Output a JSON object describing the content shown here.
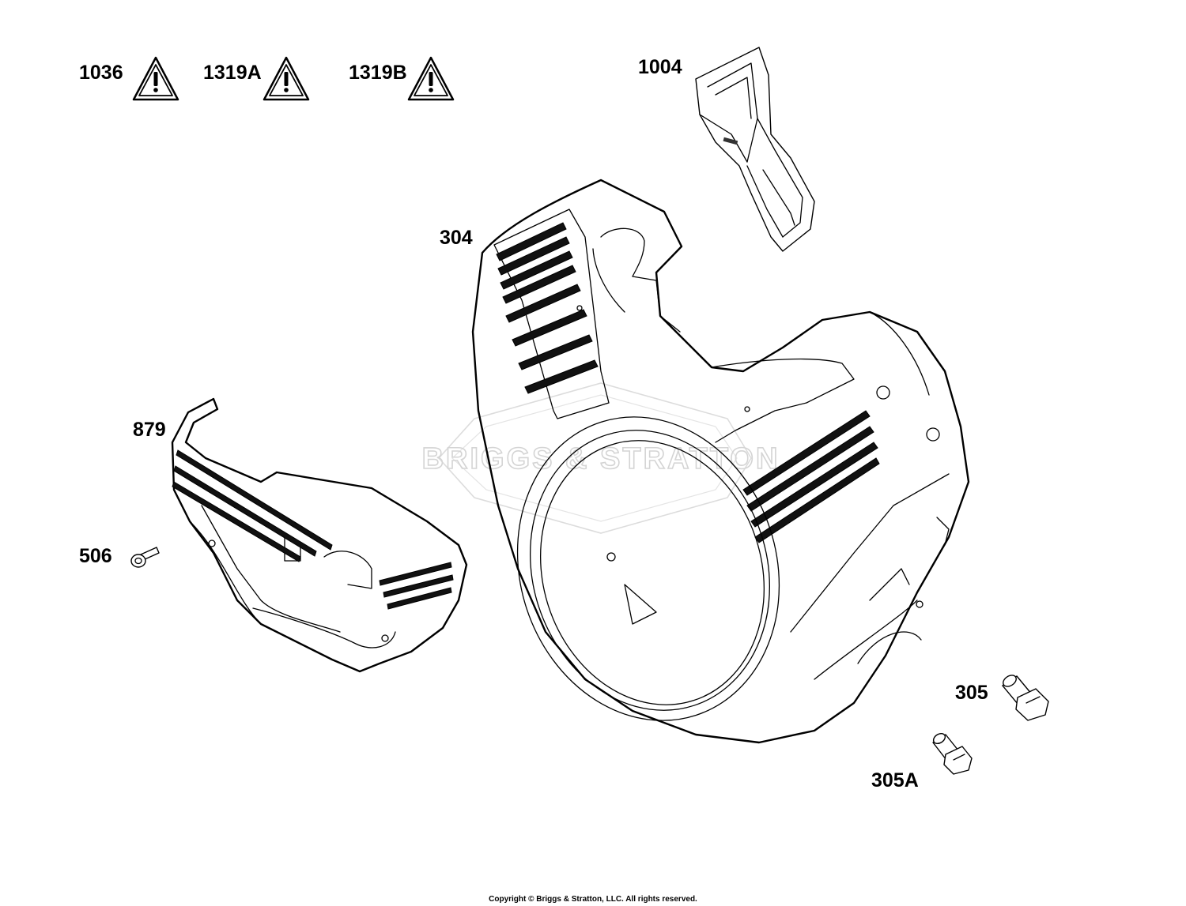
{
  "watermark": {
    "text": "BRIGGS & STRATTON",
    "color": "#d4d4d4"
  },
  "copyright": "Copyright © Briggs & Stratton, LLC. All rights reserved.",
  "warning_labels": [
    {
      "id": "1036",
      "icon": "warning-triangle-icon"
    },
    {
      "id": "1319A",
      "icon": "warning-triangle-icon"
    },
    {
      "id": "1319B",
      "icon": "warning-triangle-icon"
    }
  ],
  "parts": [
    {
      "id": "1004",
      "name": "air-guide"
    },
    {
      "id": "304",
      "name": "blower-housing"
    },
    {
      "id": "879",
      "name": "cylinder-shield"
    },
    {
      "id": "506",
      "name": "screw"
    },
    {
      "id": "305",
      "name": "bolt"
    },
    {
      "id": "305A",
      "name": "bolt"
    }
  ]
}
